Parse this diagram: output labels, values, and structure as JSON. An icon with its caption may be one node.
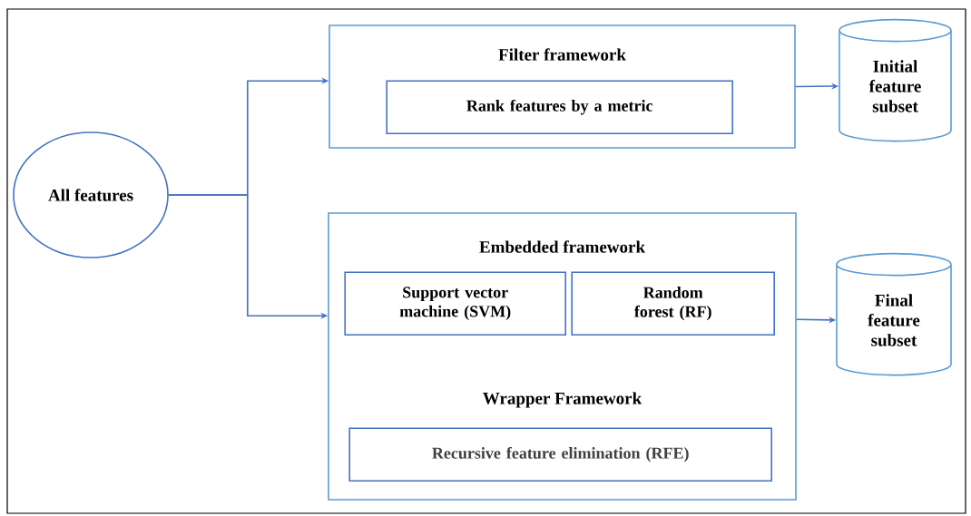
{
  "diagram": {
    "nodes": [
      {
        "text": [
          "All features"
        ]
      },
      {
        "text": [
          "Filter framework"
        ]
      },
      {
        "text": [
          "Rank  features by a metric"
        ],
        "in": 1
      },
      {
        "text": [
          "Initial feature subset"
        ]
      },
      {
        "text": [
          "Embedded framework",
          "Wrapper Framework"
        ]
      },
      {
        "text": [
          "Support vector machine (SVM)"
        ],
        "in": 4
      },
      {
        "text": [
          "Random forest (RF)"
        ],
        "in": 4
      },
      {
        "text": [
          "Recursive feature elimination (RFE)"
        ],
        "in": 4
      },
      {
        "text": [
          "Final feature subset"
        ]
      }
    ],
    "edges": [
      {
        "from": 0,
        "to": 1,
        "arrow": "to"
      },
      {
        "from": 0,
        "to": 4,
        "arrow": "to"
      },
      {
        "from": 1,
        "to": 3,
        "arrow": "to"
      },
      {
        "from": 4,
        "to": 8,
        "arrow": "to"
      }
    ]
  }
}
